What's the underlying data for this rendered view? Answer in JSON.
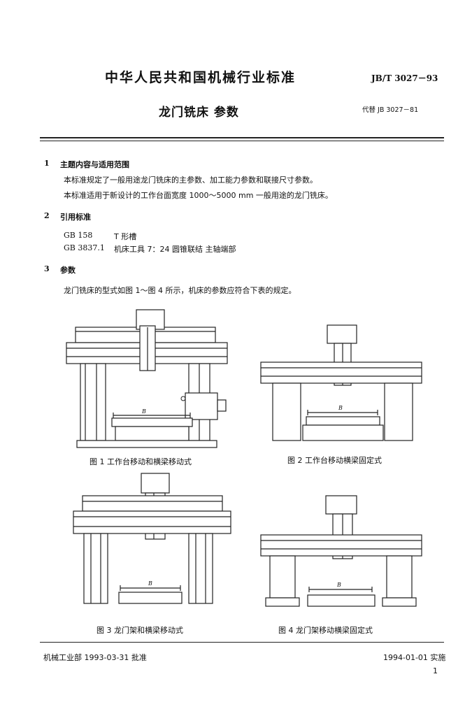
{
  "header": {
    "title": "中华人民共和国机械行业标准",
    "standard_no": "JB/T 3027－93",
    "doc_title": "龙门铣床  参数",
    "replaces": "代替 JB 3027－81"
  },
  "sections": [
    {
      "num": "1",
      "title": "主题内容与适用范围",
      "paragraphs": [
        "本标准规定了一般用途龙门铣床的主参数、加工能力参数和联接尺寸参数。",
        "本标准适用于新设计的工作台面宽度 1000～5000 mm 一般用途的龙门铣床。"
      ]
    },
    {
      "num": "2",
      "title": "引用标准",
      "refs": [
        {
          "code": "GB 158",
          "name": "T 形槽"
        },
        {
          "code": "GB 3837.1",
          "name": "机床工具 7：24 圆锥联结  主轴端部"
        }
      ]
    },
    {
      "num": "3",
      "title": "参数",
      "paragraphs": [
        "龙门铣床的型式如图 1～图 4 所示，机床的参数应符合下表的规定。"
      ]
    }
  ],
  "figures": [
    {
      "caption": "图 1  工作台移动和横梁移动式",
      "dim_label": "B"
    },
    {
      "caption": "图 2  工作台移动横梁固定式",
      "dim_label": "B"
    },
    {
      "caption": "图 3  龙门架和横梁移动式",
      "dim_label": "B"
    },
    {
      "caption": "图 4  龙门架移动横梁固定式",
      "dim_label": "B"
    }
  ],
  "footer": {
    "approval": "机械工业部 1993-03-31 批准",
    "effective": "1994-01-01 实施",
    "page": "1"
  }
}
